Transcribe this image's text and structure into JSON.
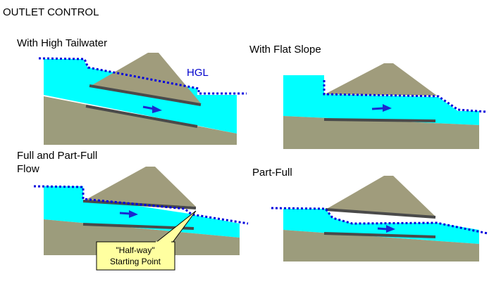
{
  "title": "OUTLET CONTROL",
  "colors": {
    "water": "#00ffff",
    "soil": "#9c9c7c",
    "embankment": "#a09c7c",
    "pipe": "#4a4a4a",
    "hgl": "#0000dd",
    "arrow": "#1a2ad0",
    "callout_fill": "#ffffa0"
  },
  "panels": [
    {
      "id": "high-tailwater",
      "heading": "With High Tailwater",
      "hgl_label": "HGL"
    },
    {
      "id": "flat-slope",
      "heading": "With Flat Slope"
    },
    {
      "id": "full-part-full",
      "heading_line1": "Full and Part-Full",
      "heading_line2": "Flow"
    },
    {
      "id": "part-full",
      "heading": "Part-Full"
    }
  ],
  "callout": {
    "line1": "\"Half-way\"",
    "line2": "Starting Point"
  }
}
